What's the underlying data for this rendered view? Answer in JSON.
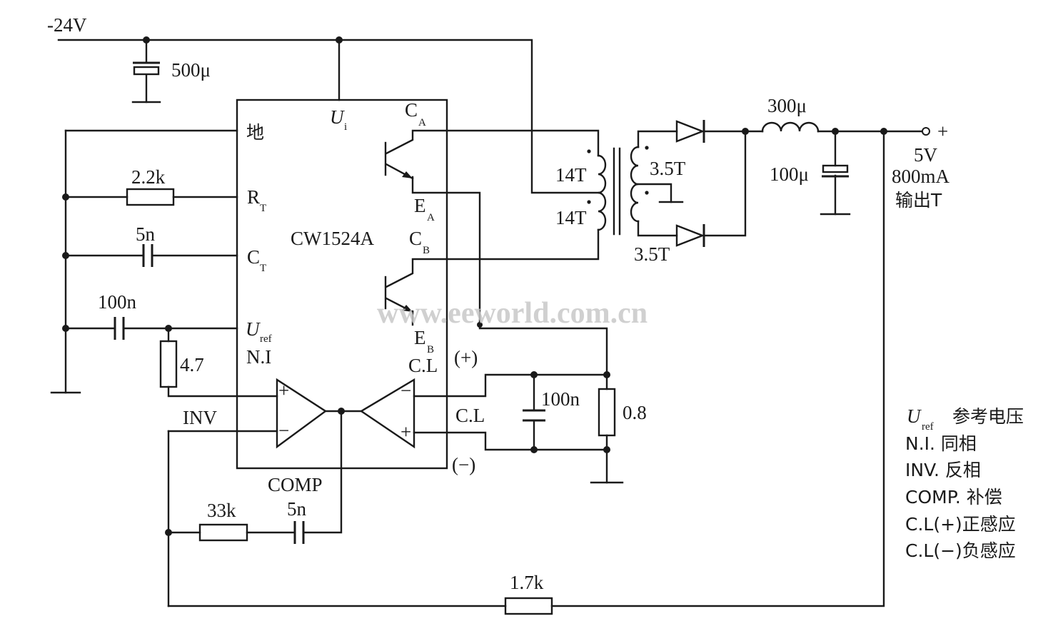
{
  "supply": {
    "voltage": "-24V"
  },
  "chip": {
    "name": "CW1524A"
  },
  "pins": {
    "ui": "U",
    "ui_sub": "i",
    "gnd": "地",
    "rt": "R",
    "rt_sub": "T",
    "ct": "C",
    "ct_sub": "T",
    "uref": "U",
    "uref_sub": "ref",
    "ni": "N.I",
    "ca": "C",
    "ca_sub": "A",
    "ea": "E",
    "ea_sub": "A",
    "cb": "C",
    "cb_sub": "B",
    "eb": "E",
    "eb_sub": "B",
    "cl_top": "C.L",
    "cl_plus": "(+)",
    "cl_bottom": "C.L",
    "cl_minus": "(−)",
    "inv": "INV",
    "comp": "COMP",
    "opamp_plus": "+",
    "opamp_minus": "−"
  },
  "components": {
    "c_500": "500μ",
    "r_22k": "2.2k",
    "c_5n_ct": "5n",
    "c_100n_ref": "100n",
    "r_47": "4.7",
    "c_100n_cl": "100n",
    "r_08": "0.8",
    "r_33k": "33k",
    "c_5n_comp": "5n",
    "r_17k": "1.7k",
    "l_300": "300μ",
    "c_100_out": "100μ"
  },
  "transformer": {
    "primary_top": "14T",
    "primary_bottom": "14T",
    "secondary_top": "3.5T",
    "secondary_bottom": "3.5T"
  },
  "output": {
    "plus": "+",
    "voltage": "5V",
    "current": "800mA",
    "label": "输出T"
  },
  "legend": {
    "uref_sym": "U",
    "uref_sub": "ref",
    "uref_desc": "参考电压",
    "ni": "N.I. 同相",
    "inv": "INV. 反相",
    "comp": "COMP. 补偿",
    "clp": "C.L(+)正感应",
    "cln": "C.L(−)负感应"
  },
  "watermark": "www.eeworld.com.cn"
}
